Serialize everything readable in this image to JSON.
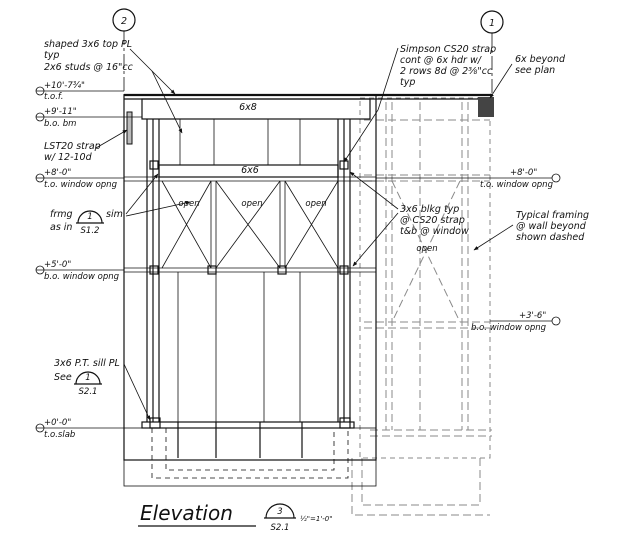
{
  "grid_bubbles": {
    "left": "2",
    "right": "1"
  },
  "top_notes": {
    "shaped_plate": [
      "shaped 3x6 top PL",
      "typ"
    ],
    "studs": "2x6 studs @ 16\"cc",
    "simpson": [
      "Simpson CS20 strap",
      "cont @ 6x hdr w/",
      "2 rows 8d @ 2⅜\"cc",
      "typ"
    ],
    "beyond": [
      "6x beyond",
      "see plan"
    ]
  },
  "elevation_marks": {
    "tof": [
      "+10'-7¾\"",
      "t.o.f."
    ],
    "bm": [
      "+9'-11\"",
      "b.o. bm"
    ],
    "window_top_left": [
      "+8'-0\"",
      "t.o. window opng"
    ],
    "window_top_right": [
      "+8'-0\"",
      "t.o. window opng"
    ],
    "window_bottom_left": [
      "+5'-0\"",
      "b.o. window opng"
    ],
    "window_bottom_right": [
      "+3'-6\"",
      "b.o. window opng"
    ],
    "slab": [
      "+0'-0\"",
      "t.o.slab"
    ]
  },
  "members": {
    "beam": "6x8",
    "header": "6x6"
  },
  "openings": [
    "open",
    "open",
    "open",
    "open"
  ],
  "left_notes": {
    "lst_strap": [
      "LST20 strap",
      "w/ 12-10d"
    ],
    "frmg": {
      "before": "frmg",
      "after": "sim",
      "line2": "as in",
      "ref_num": "1",
      "ref_sheet": "S1.2"
    },
    "sill": {
      "line1": "3x6 P.T. sill PL",
      "see": "See",
      "ref_num": "1",
      "ref_sheet": "S2.1"
    }
  },
  "right_notes": {
    "blkg": [
      "3x6 blkg typ",
      "@ CS20 strap",
      "t&b @ window"
    ],
    "typical": [
      "Typical framing",
      "@ wall beyond",
      "shown dashed"
    ]
  },
  "title": {
    "text": "Elevation",
    "ref_num": "3",
    "ref_sheet": "S2.1",
    "scale": "½\"=1'-0\""
  }
}
